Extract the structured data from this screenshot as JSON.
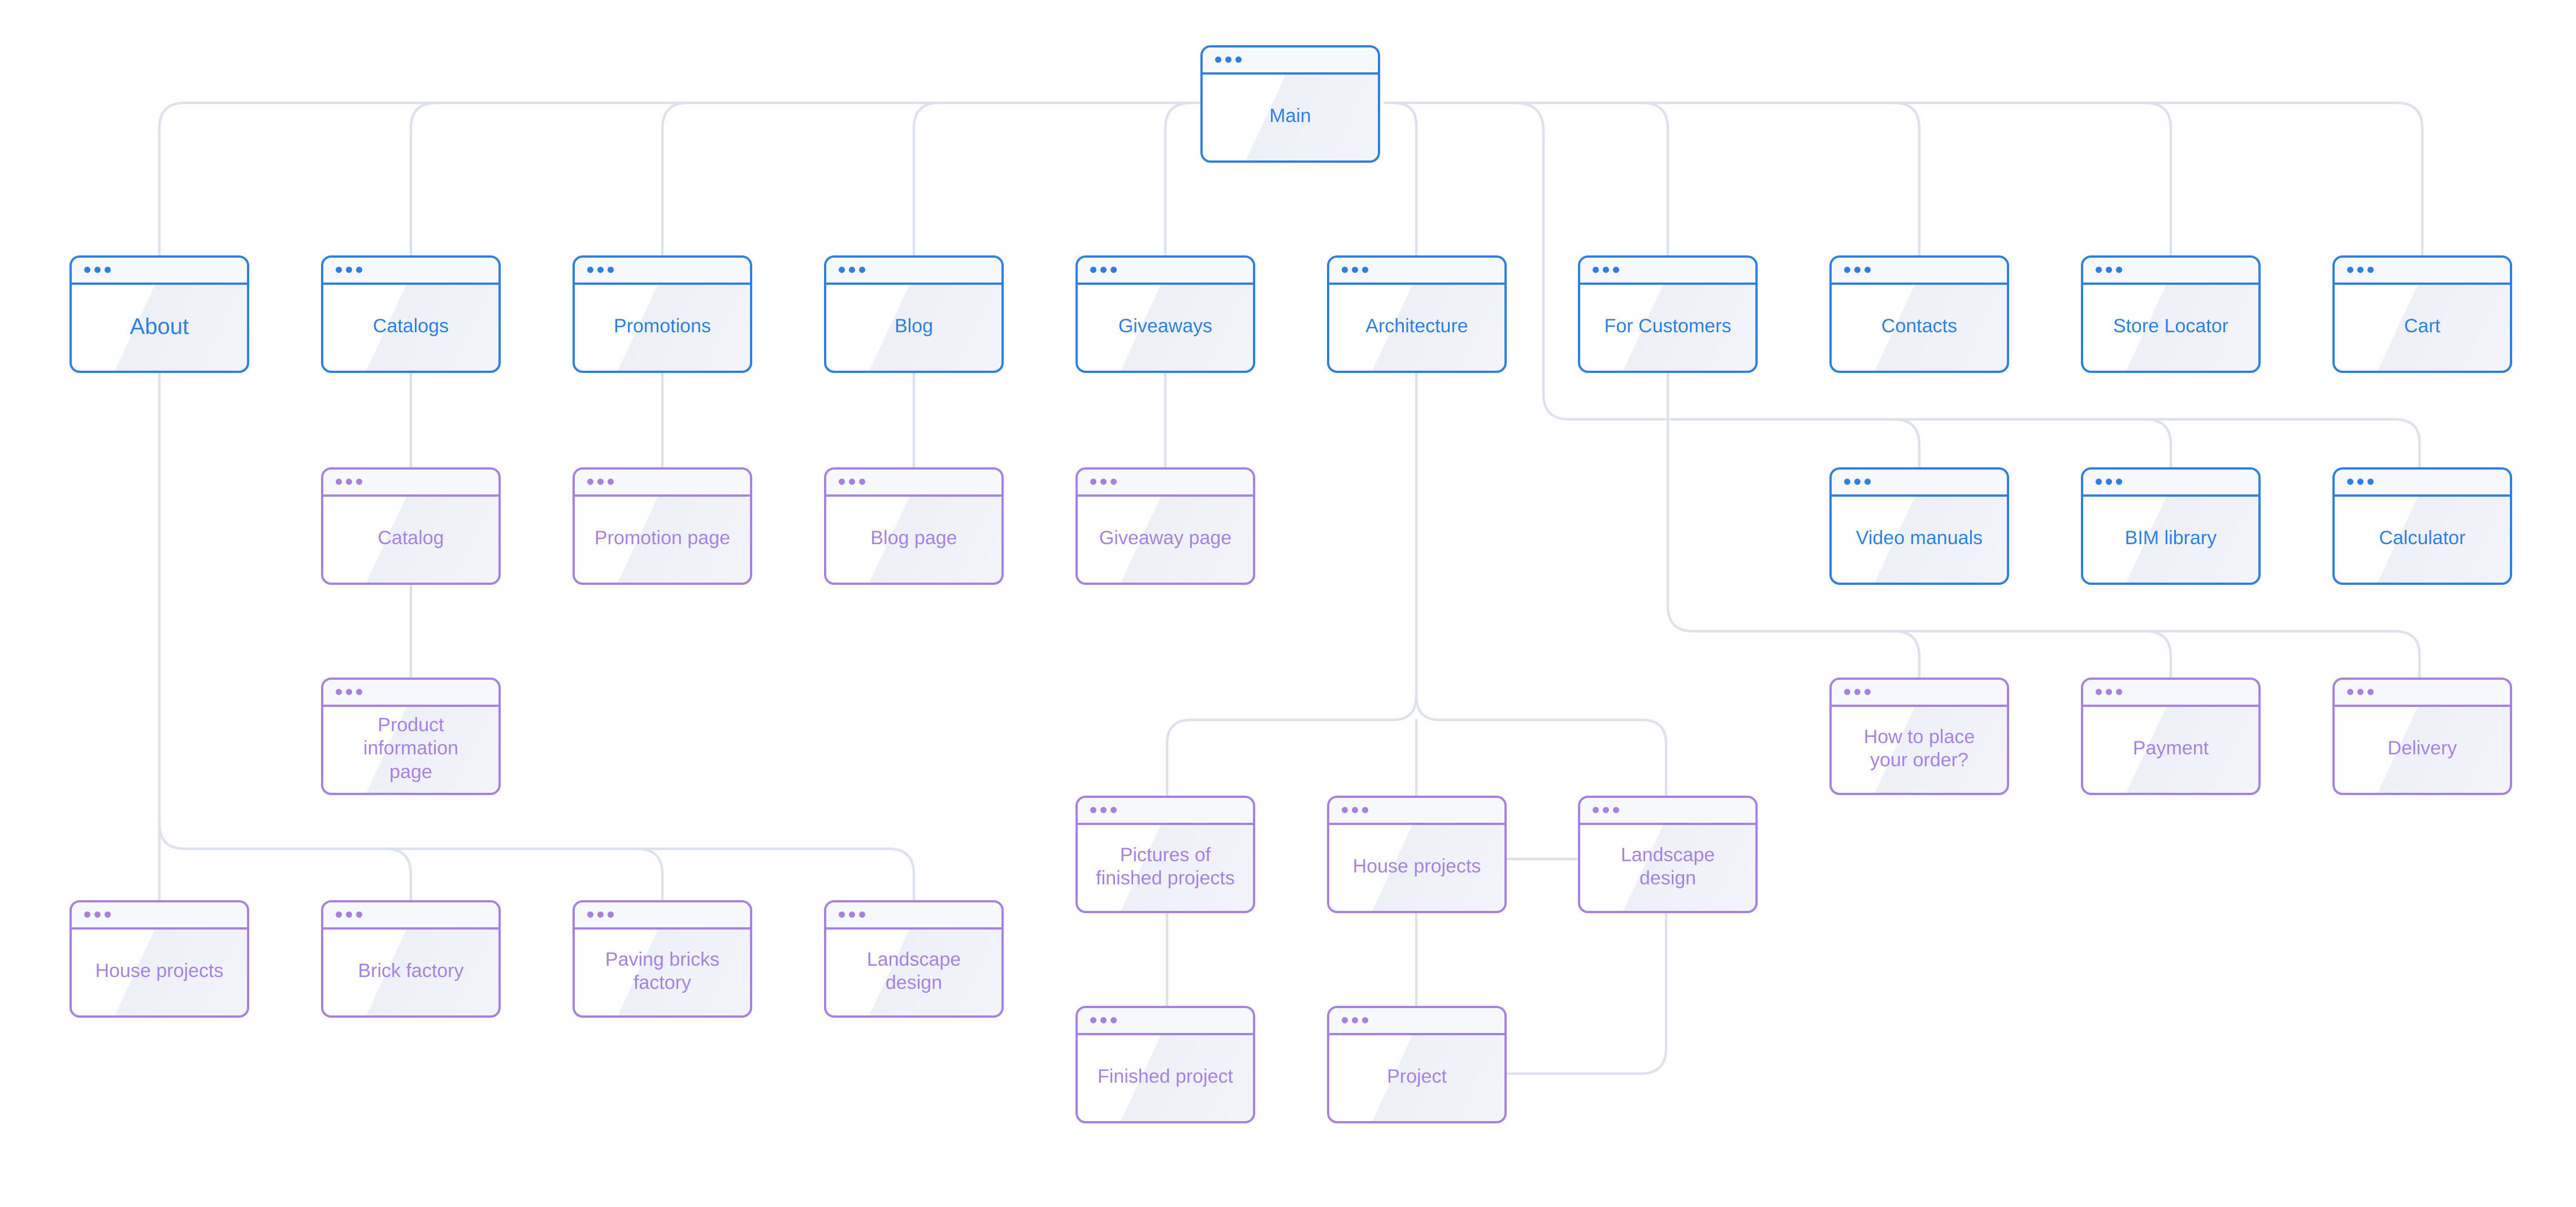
{
  "diagram": {
    "colors": {
      "main_level": "#2f7fe0",
      "sub_level": "#a681e0",
      "connector": "#dde1ec",
      "card_fill": "#f3f4fa"
    },
    "icons": {
      "window_dots": "three-dot-window-icon"
    },
    "nodes": {
      "main": {
        "label": "Main",
        "level": "main"
      },
      "about": {
        "label": "About",
        "level": "main"
      },
      "catalogs": {
        "label": "Catalogs",
        "level": "main"
      },
      "promotions": {
        "label": "Promotions",
        "level": "main"
      },
      "blog": {
        "label": "Blog",
        "level": "main"
      },
      "giveaways": {
        "label": "Giveaways",
        "level": "main"
      },
      "architecture": {
        "label": "Architecture",
        "level": "main"
      },
      "for_customers": {
        "label": "For Customers",
        "level": "main"
      },
      "contacts": {
        "label": "Contacts",
        "level": "main"
      },
      "store_locator": {
        "label": "Store Locator",
        "level": "main"
      },
      "cart": {
        "label": "Cart",
        "level": "main"
      },
      "catalog": {
        "label": "Catalog",
        "level": "sub"
      },
      "product_information_page": {
        "label": "Product\ninformation\npage",
        "level": "sub"
      },
      "promotion_page": {
        "label": "Promotion page",
        "level": "sub"
      },
      "blog_page": {
        "label": "Blog page",
        "level": "sub"
      },
      "giveaway_page": {
        "label": "Giveaway page",
        "level": "sub"
      },
      "video_manuals": {
        "label": "Video manuals",
        "level": "main"
      },
      "bim_library": {
        "label": "BIM library",
        "level": "main"
      },
      "calculator": {
        "label": "Calculator",
        "level": "main"
      },
      "how_to_place_order": {
        "label": "How to place\nyour order?",
        "level": "sub"
      },
      "payment": {
        "label": "Payment",
        "level": "sub"
      },
      "delivery": {
        "label": "Delivery",
        "level": "sub"
      },
      "pictures_finished_projects": {
        "label": "Pictures of\nfinished projects",
        "level": "sub"
      },
      "arch_house_projects": {
        "label": "House projects",
        "level": "sub"
      },
      "arch_landscape_design": {
        "label": "Landscape\ndesign",
        "level": "sub"
      },
      "finished_project": {
        "label": "Finished project",
        "level": "sub"
      },
      "project": {
        "label": "Project",
        "level": "sub"
      },
      "about_house_projects": {
        "label": "House projects",
        "level": "sub"
      },
      "brick_factory": {
        "label": "Brick factory",
        "level": "sub"
      },
      "paving_bricks_factory": {
        "label": "Paving bricks\nfactory",
        "level": "sub"
      },
      "about_landscape_design": {
        "label": "Landscape\ndesign",
        "level": "sub"
      }
    }
  }
}
